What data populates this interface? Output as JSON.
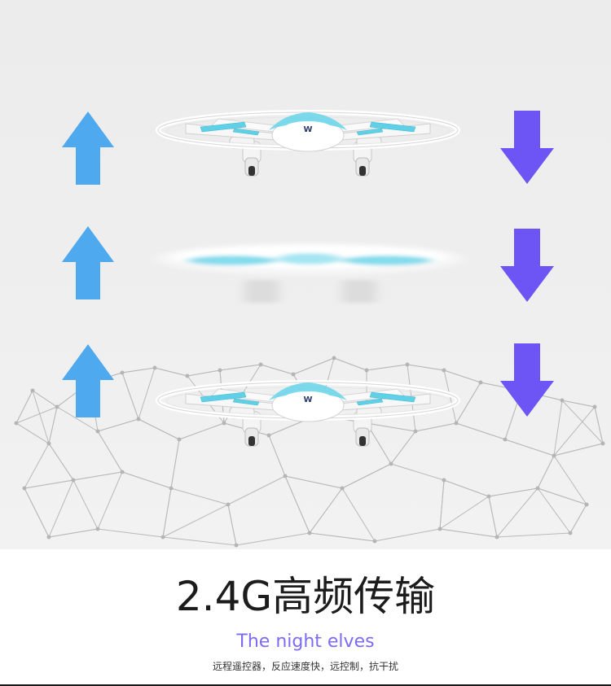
{
  "headline": "2.4G高频传输",
  "subtitle": "The night elves",
  "description": "远程遥控器，反应速度快，远控制，抗干扰",
  "colors": {
    "up_arrow": "#4fa9ee",
    "down_arrow": "#6c55f4",
    "subtitle": "#7b6cf0",
    "drone_accent": "#5fd0e6"
  },
  "icons": {
    "up": "arrow-up-icon",
    "down": "arrow-down-icon"
  }
}
